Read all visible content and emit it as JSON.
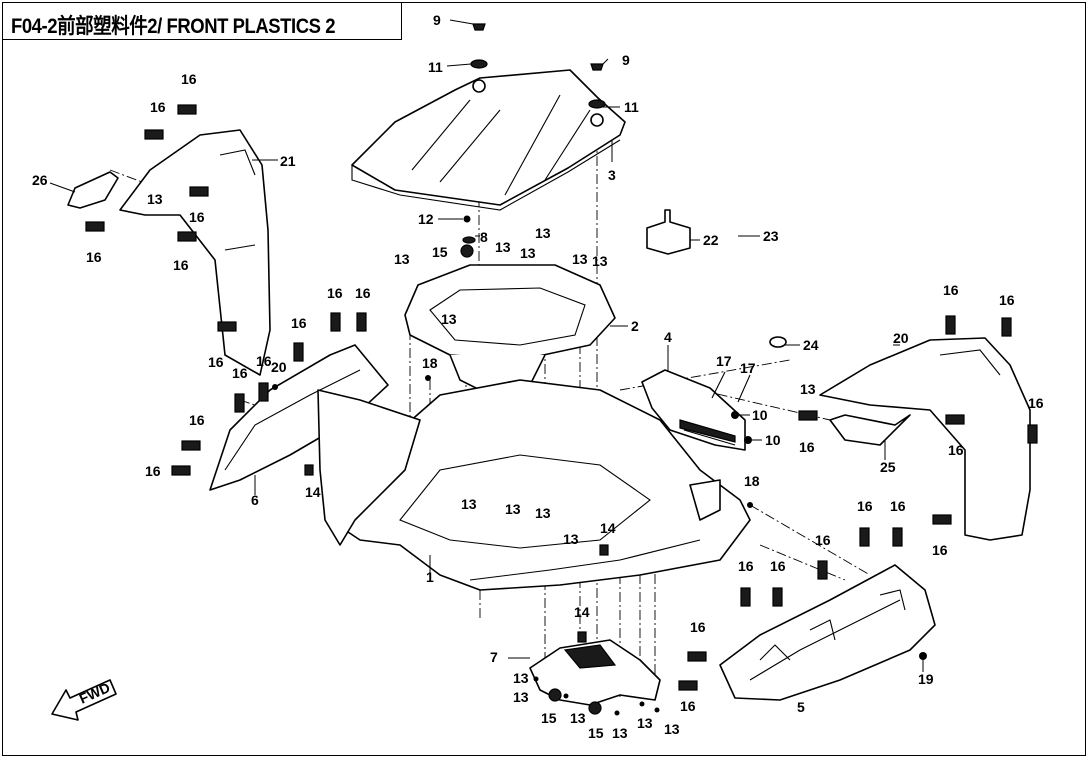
{
  "title": "F04-2前部塑料件2/ FRONT PLASTICS 2",
  "fwd_label": "FWD",
  "callouts": {
    "c9a": "9",
    "c9b": "9",
    "c11a": "11",
    "c11b": "11",
    "c3": "3",
    "c12": "12",
    "c8": "8",
    "c15a": "15",
    "c22": "22",
    "c23": "23",
    "c2": "2",
    "c1": "1",
    "c4": "4",
    "c17a": "17",
    "c17b": "17",
    "c24": "24",
    "c10a": "10",
    "c10b": "10",
    "c20a": "20",
    "c20b": "20",
    "c21": "21",
    "c26": "26",
    "c6": "6",
    "c14a": "14",
    "c14b": "14",
    "c14c": "14",
    "c18a": "18",
    "c18b": "18",
    "c25": "25",
    "c7": "7",
    "c5": "5",
    "c19": "19",
    "c15b": "15",
    "c15c": "15",
    "c13": [
      "13",
      "13",
      "13",
      "13",
      "13",
      "13",
      "13",
      "13",
      "13",
      "13",
      "13",
      "13",
      "13",
      "13",
      "13",
      "13",
      "13",
      "13",
      "13"
    ],
    "c16": [
      "16",
      "16",
      "16",
      "16",
      "16",
      "16",
      "16",
      "16",
      "16",
      "16",
      "16",
      "16",
      "16",
      "16",
      "16",
      "16",
      "16",
      "16",
      "16",
      "16",
      "16",
      "16",
      "16",
      "16",
      "16",
      "16"
    ]
  }
}
